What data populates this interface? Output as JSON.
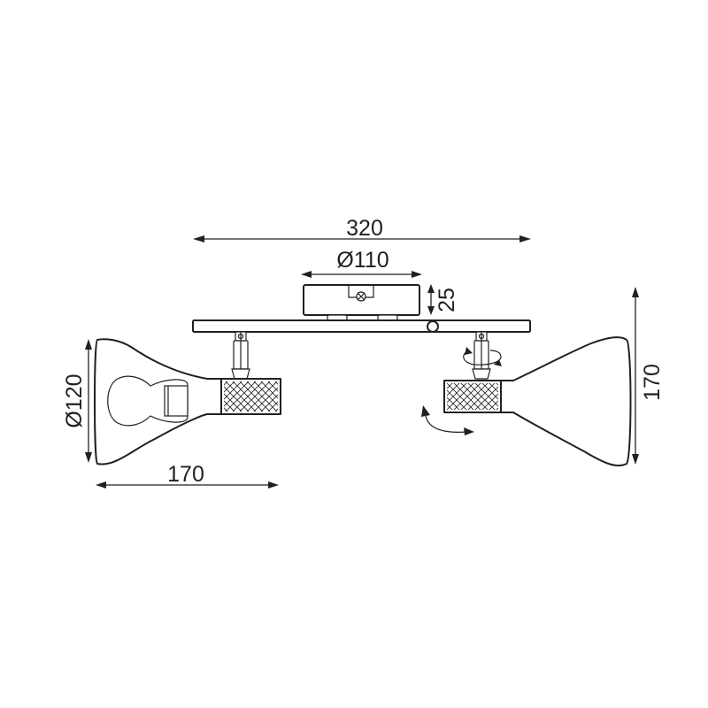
{
  "dimensions": {
    "total_width": "320",
    "canopy_diameter": "Ø110",
    "canopy_height": "25",
    "shade_diameter": "Ø120",
    "shade_length": "170",
    "height": "170"
  },
  "colors": {
    "line": "#231f20",
    "background": "#ffffff"
  }
}
